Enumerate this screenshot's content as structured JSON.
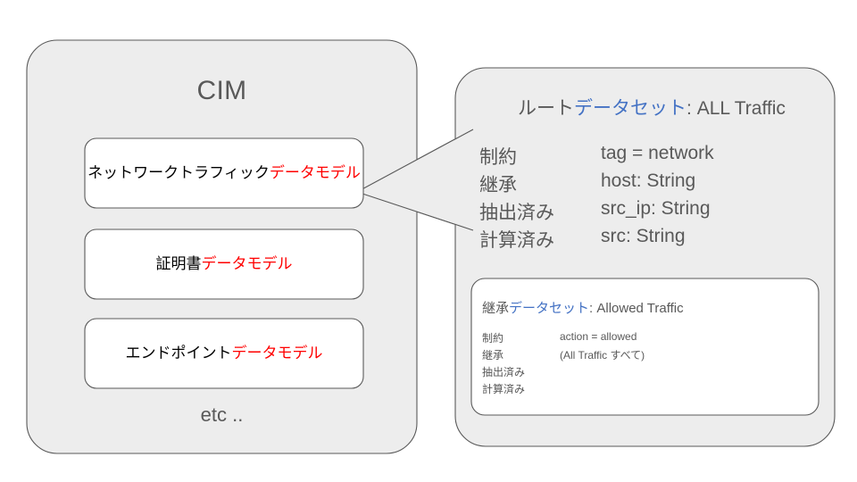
{
  "colors": {
    "background": "#ffffff",
    "panel_fill": "#EDEDED",
    "panel_stroke": "#595959",
    "box_fill": "#FFFFFF",
    "box_stroke": "#595959",
    "text_gray": "#595959",
    "accent_red": "#FF0000",
    "accent_blue": "#4472C4",
    "text_black": "#000000"
  },
  "cim_panel": {
    "title": "CIM",
    "footer": "etc ..",
    "models": [
      {
        "prefix": "ネットワークトラフィック",
        "accent": "データモデル"
      },
      {
        "prefix": "証明書",
        "accent": "データモデル"
      },
      {
        "prefix": "エンドポイント",
        "accent": "データモデル"
      }
    ]
  },
  "detail_panel": {
    "heading": {
      "prefix": "ルート",
      "accent": "データセット",
      "suffix": ": ALL Traffic"
    },
    "rows": [
      {
        "label": "制約",
        "value": "tag = network"
      },
      {
        "label": "継承",
        "value": "host: String"
      },
      {
        "label": "抽出済み",
        "value": "src_ip: String"
      },
      {
        "label": "計算済み",
        "value": "src: String"
      }
    ],
    "inherited_box": {
      "heading": {
        "prefix": "継承",
        "accent": "データセット",
        "suffix": ": Allowed Traffic"
      },
      "rows": [
        {
          "label": "制約",
          "value": "action = allowed"
        },
        {
          "label": "継承",
          "value": "(All Traffic すべて)"
        },
        {
          "label": "抽出済み",
          "value": ""
        },
        {
          "label": "計算済み",
          "value": ""
        }
      ]
    }
  }
}
